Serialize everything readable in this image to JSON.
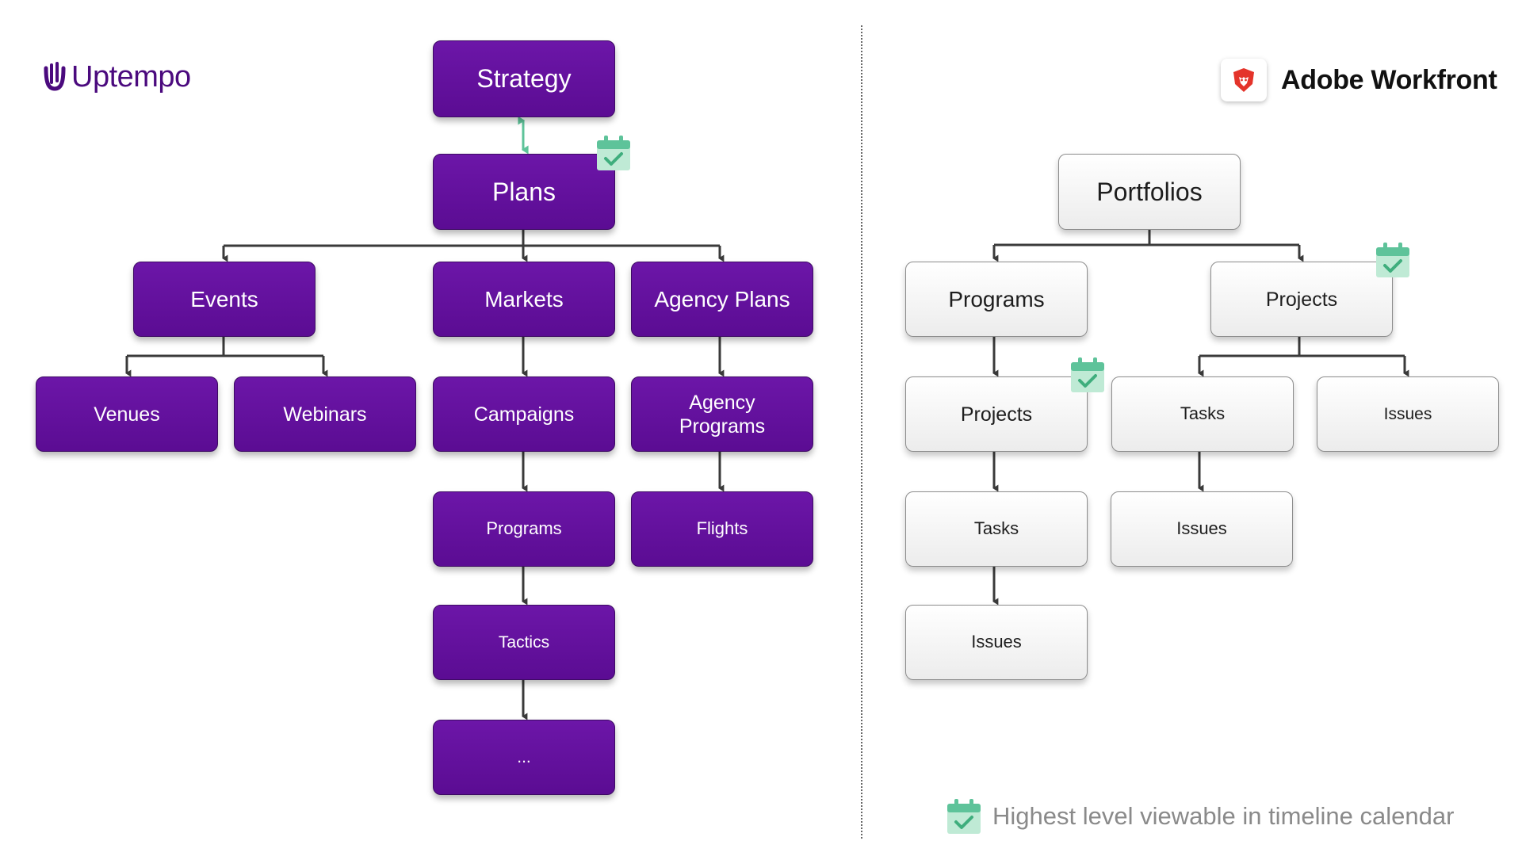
{
  "logos": {
    "uptempo": "Uptempo",
    "workfront": "Adobe Workfront"
  },
  "colors": {
    "uptempo_node": "#5e0d97",
    "workfront_node": "#f2f2f2",
    "connector": "#3a3a3a",
    "bidirectional_arrow": "#5ec39a",
    "calendar_icon": "#5ec39a",
    "uptempo_brand": "#4b0a7e",
    "workfront_brand": "#e4332a"
  },
  "uptempo": {
    "strategy": "Strategy",
    "plans": "Plans",
    "events": "Events",
    "markets": "Markets",
    "agency_plans": "Agency Plans",
    "venues": "Venues",
    "webinars": "Webinars",
    "campaigns": "Campaigns",
    "agency_programs": "Agency Programs",
    "programs": "Programs",
    "flights": "Flights",
    "tactics": "Tactics",
    "more": "..."
  },
  "workfront": {
    "portfolios": "Portfolios",
    "programs": "Programs",
    "projects_top": "Projects",
    "projects_sub": "Projects",
    "tasks_right": "Tasks",
    "issues_right": "Issues",
    "tasks_left": "Tasks",
    "issues_right_sub": "Issues",
    "issues_left": "Issues"
  },
  "legend": {
    "icon": "calendar-check-icon",
    "text": "Highest level viewable in timeline calendar"
  }
}
